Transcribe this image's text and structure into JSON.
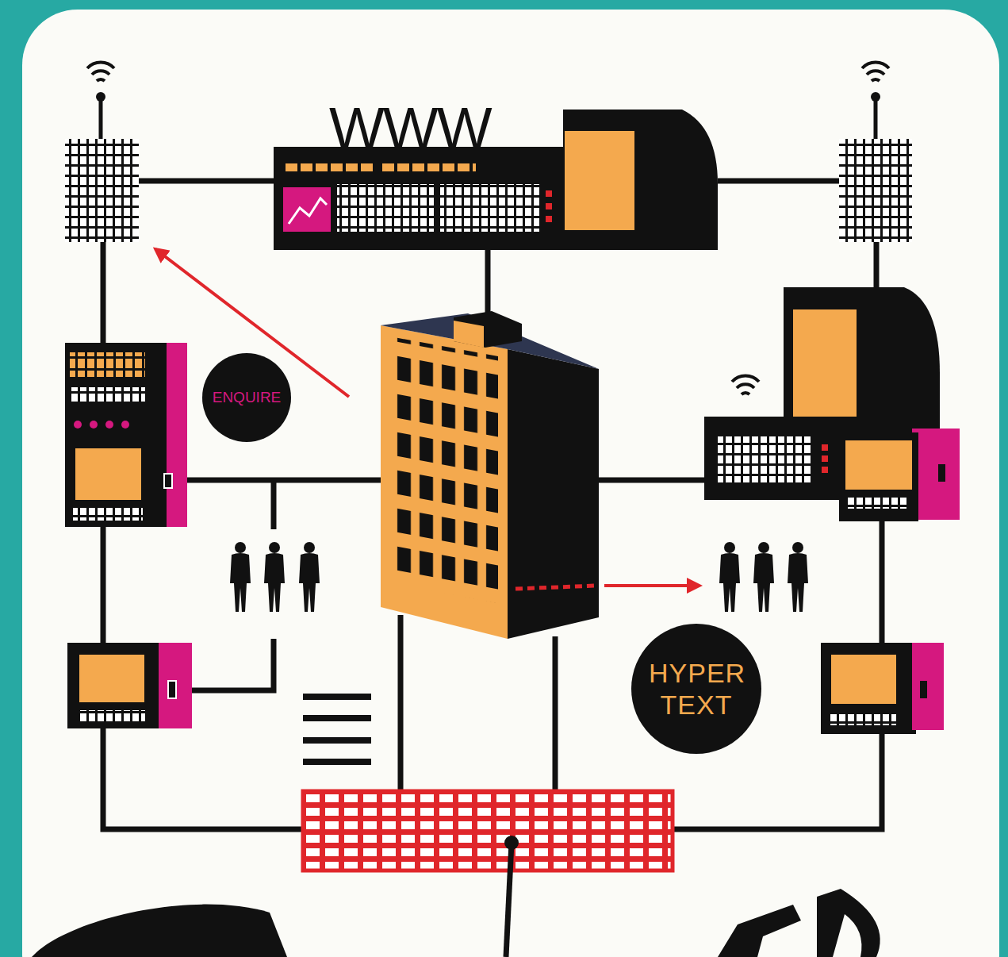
{
  "diagram": {
    "nodes": [
      {
        "text": [
          "WWW"
        ]
      },
      {
        "text": [
          "ENQUIRE"
        ]
      },
      {
        "text": [
          "HYPER TEXT"
        ]
      }
    ]
  }
}
